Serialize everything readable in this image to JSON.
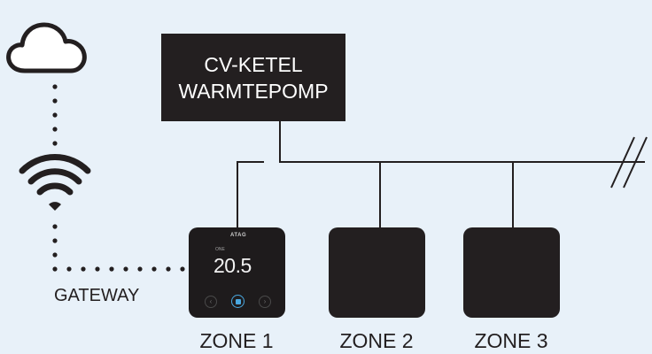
{
  "boiler": {
    "line1": "CV-KETEL",
    "line2": "WARMTEPOMP"
  },
  "gateway_label": "GATEWAY",
  "zones": [
    {
      "label": "ZONE 1"
    },
    {
      "label": "ZONE 2"
    },
    {
      "label": "ZONE 3"
    }
  ],
  "thermostat": {
    "logo": "ATAG",
    "mode": "ONE",
    "temperature": "20.5",
    "buttons": {
      "left": "‹",
      "right": "›"
    }
  },
  "colors": {
    "background": "#e8f1f9",
    "box": "#231f20",
    "accent": "#4aa8e0"
  },
  "icons": [
    "cloud-icon",
    "wifi-icon"
  ]
}
